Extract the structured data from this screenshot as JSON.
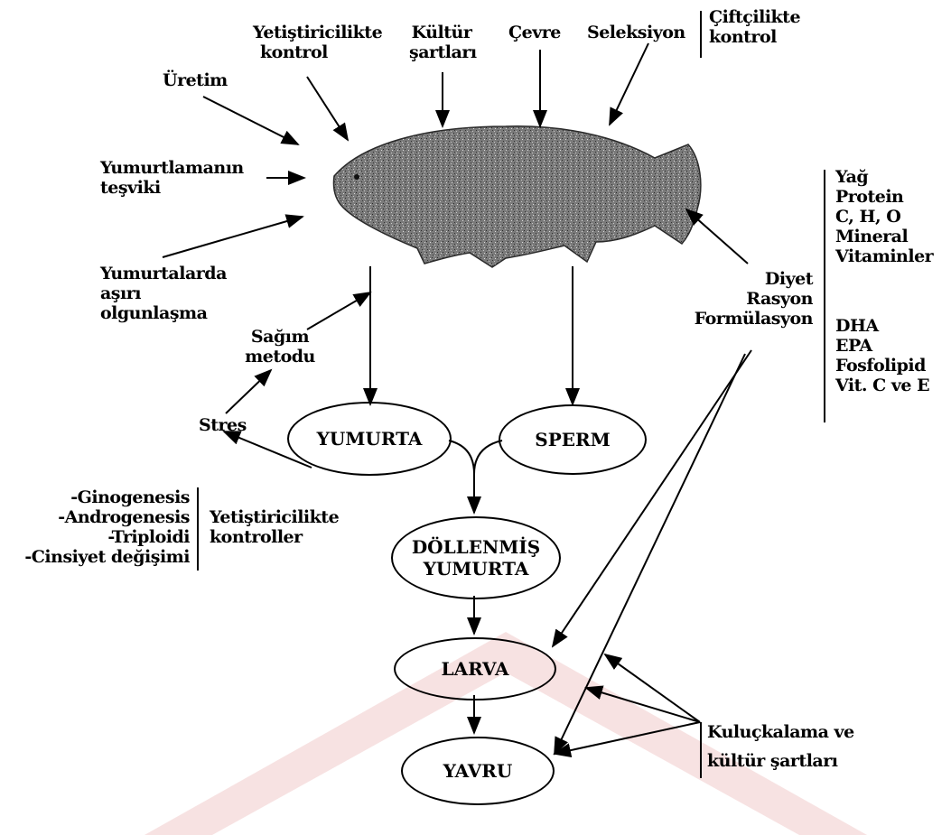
{
  "inputs_top": {
    "uretim": "Üretim",
    "yetistiricilikte_kontrol": [
      "Yetiştiricilikte",
      "kontrol"
    ],
    "kultur_sartlari": [
      "Kültür",
      "şartları"
    ],
    "cevre": "Çevre",
    "seleksiyon": "Seleksiyon",
    "ciftcilikte_kontrol": [
      "Çiftçilikte",
      "kontrol"
    ]
  },
  "inputs_left": {
    "yumurtlama_tesviki": [
      "Yumurtlamanın",
      "teşviki"
    ],
    "asiri_olgunlasma": [
      "Yumurtalarda",
      "aşırı",
      "olgunlaşma"
    ],
    "sagim_metodu": [
      "Sağım",
      "metodu"
    ],
    "stres": "Stres"
  },
  "genetic_methods": {
    "items": [
      "-Ginogenesis",
      "-Androgenesis",
      "-Triploidi",
      "-Cinsiyet değişimi"
    ],
    "label": [
      "Yetiştiricilikte",
      "kontroller"
    ]
  },
  "nutrition": {
    "label": [
      "Diyet",
      "Rasyon",
      "Formülasyon"
    ],
    "group1": [
      "Yağ",
      "Protein",
      "C, H, O",
      "Mineral",
      "Vitaminler"
    ],
    "group2": [
      "DHA",
      "EPA",
      "Fosfolipid",
      "Vit. C ve E"
    ]
  },
  "hatchery": [
    "Kuluçkalama ve",
    "kültür şartları"
  ],
  "nodes": {
    "yumurta": "YUMURTA",
    "sperm": "SPERM",
    "dollenmis": [
      "DÖLLENMİŞ",
      "YUMURTA"
    ],
    "larva": "LARVA",
    "yavru": "YAVRU"
  },
  "colors": {
    "fish_body": "#6f6f6f",
    "fish_dark": "#3a3a3a",
    "watermark": "#f3dada",
    "ink": "#000000"
  }
}
